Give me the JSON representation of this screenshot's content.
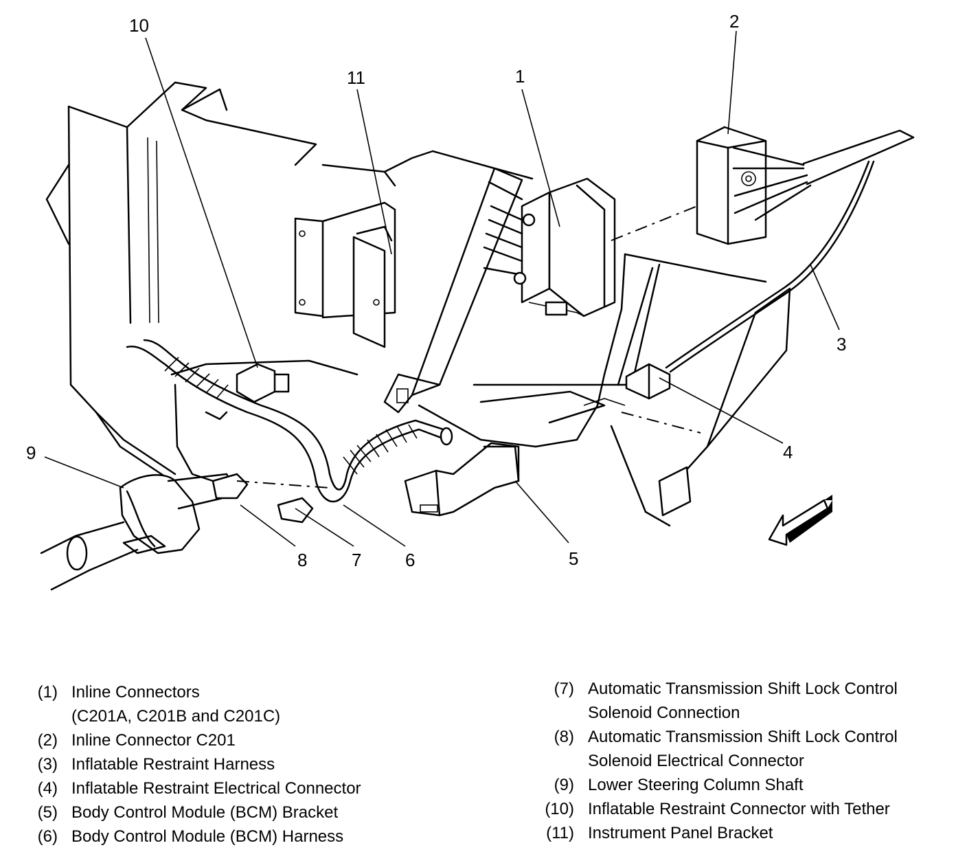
{
  "callouts": [
    "1",
    "2",
    "3",
    "4",
    "5",
    "6",
    "7",
    "8",
    "9",
    "10",
    "11"
  ],
  "legend": {
    "left": [
      {
        "num": "(1)",
        "lines": [
          "Inline Connectors",
          "(C201A, C201B and C201C)"
        ]
      },
      {
        "num": "(2)",
        "lines": [
          "Inline Connector C201"
        ]
      },
      {
        "num": "(3)",
        "lines": [
          "Inflatable Restraint Harness"
        ]
      },
      {
        "num": "(4)",
        "lines": [
          "Inflatable Restraint Electrical Connector"
        ]
      },
      {
        "num": "(5)",
        "lines": [
          "Body Control Module (BCM) Bracket"
        ]
      },
      {
        "num": "(6)",
        "lines": [
          "Body Control Module (BCM) Harness"
        ]
      }
    ],
    "right": [
      {
        "num": "(7)",
        "lines": [
          "Automatic Transmission Shift Lock Control",
          "Solenoid Connection"
        ]
      },
      {
        "num": "(8)",
        "lines": [
          "Automatic Transmission Shift Lock Control",
          "Solenoid Electrical Connector"
        ]
      },
      {
        "num": "(9)",
        "lines": [
          "Lower Steering Column Shaft"
        ]
      },
      {
        "num": "(10)",
        "lines": [
          "Inflatable Restraint Connector with Tether"
        ]
      },
      {
        "num": "(11)",
        "lines": [
          "Instrument Panel Bracket"
        ]
      }
    ]
  },
  "icons": {
    "front_arrow": "front-direction-arrow-icon"
  }
}
